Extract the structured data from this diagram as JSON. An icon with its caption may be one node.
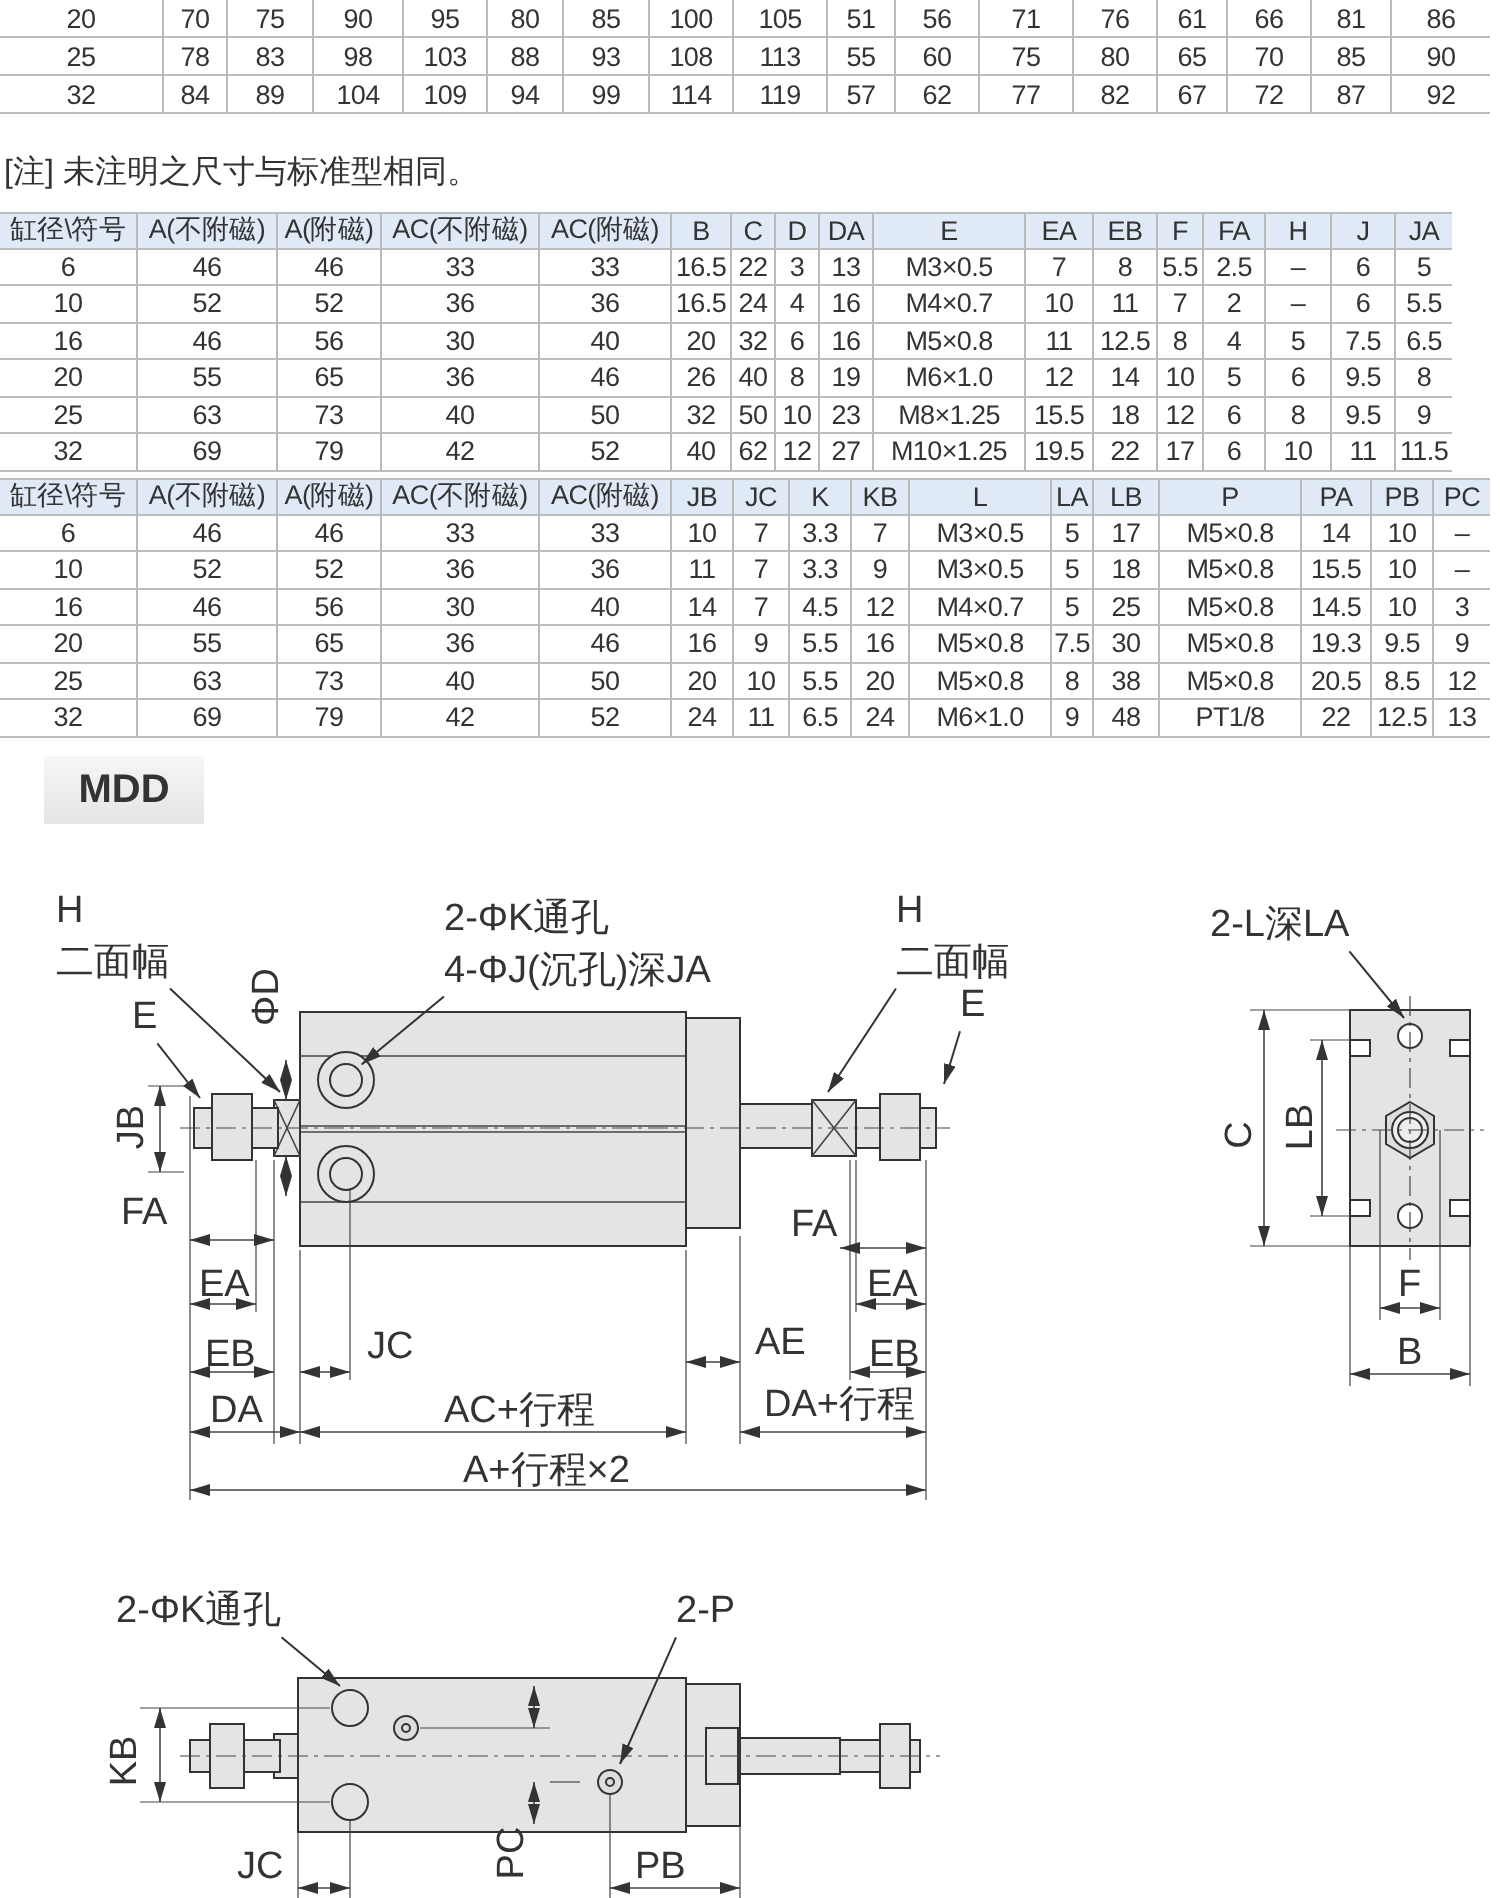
{
  "diagram": {
    "nodes": [
      {
        "text": [
          "H",
          "二面幅"
        ]
      },
      {
        "text": [
          "2-ΦK通孔",
          "4-ΦJ(沉孔)深JA"
        ]
      },
      {
        "text": [
          "H",
          "二面幅"
        ]
      },
      {
        "text": [
          "E"
        ]
      },
      {
        "text": [
          "E"
        ]
      },
      {
        "text": [
          "2-L深LA"
        ]
      },
      {
        "text": [
          "2-ΦK通孔"
        ]
      },
      {
        "text": [
          "2-P"
        ]
      }
    ],
    "edges": [
      {
        "from": 0,
        "to": null,
        "arrow": "to"
      },
      {
        "from": 1,
        "to": null,
        "arrow": "to"
      },
      {
        "from": 2,
        "to": null,
        "arrow": "to"
      },
      {
        "from": 3,
        "to": null,
        "arrow": "to"
      },
      {
        "from": 4,
        "to": null,
        "arrow": "to"
      },
      {
        "from": 5,
        "to": null,
        "arrow": "to"
      },
      {
        "from": 6,
        "to": null,
        "arrow": "to"
      },
      {
        "from": 7,
        "to": null,
        "arrow": "to"
      }
    ],
    "labels": [
      "20",
      "70",
      "75",
      "90",
      "95",
      "80",
      "85",
      "100",
      "105",
      "51",
      "56",
      "71",
      "76",
      "61",
      "66",
      "81",
      "86",
      "25",
      "78",
      "83",
      "98",
      "103",
      "88",
      "93",
      "108",
      "113",
      "55",
      "60",
      "75",
      "80",
      "65",
      "70",
      "85",
      "90",
      "32",
      "84",
      "89",
      "104",
      "109",
      "94",
      "99",
      "114",
      "119",
      "57",
      "62",
      "77",
      "82",
      "67",
      "72",
      "87",
      "92",
      "[注] 未注明之尺寸与标准型相同。",
      "缸径\\符号",
      "A(不附磁)",
      "A(附磁)",
      "AC(不附磁)",
      "AC(附磁)",
      "B",
      "C",
      "D",
      "DA",
      "E",
      "EA",
      "EB",
      "F",
      "FA",
      "H",
      "J",
      "JA",
      "6",
      "46",
      "46",
      "33",
      "33",
      "16.5",
      "22",
      "3",
      "13",
      "M3×0.5",
      "7",
      "8",
      "5.5",
      "2.5",
      "–",
      "6",
      "5",
      "10",
      "52",
      "52",
      "36",
      "36",
      "16.5",
      "24",
      "4",
      "16",
      "M4×0.7",
      "10",
      "11",
      "7",
      "2",
      "–",
      "6",
      "5.5",
      "16",
      "46",
      "56",
      "30",
      "40",
      "20",
      "32",
      "6",
      "16",
      "M5×0.8",
      "11",
      "12.5",
      "8",
      "4",
      "5",
      "7.5",
      "6.5",
      "20",
      "55",
      "65",
      "36",
      "46",
      "26",
      "40",
      "8",
      "19",
      "M6×1.0",
      "12",
      "14",
      "10",
      "5",
      "6",
      "9.5",
      "8",
      "25",
      "63",
      "73",
      "40",
      "50",
      "32",
      "50",
      "10",
      "23",
      "M8×1.25",
      "15.5",
      "18",
      "12",
      "6",
      "8",
      "9.5",
      "9",
      "32",
      "69",
      "79",
      "42",
      "52",
      "40",
      "62",
      "12",
      "27",
      "M10×1.25",
      "19.5",
      "22",
      "17",
      "6",
      "10",
      "11",
      "11.5",
      "缸径\\符号",
      "A(不附磁)",
      "A(附磁)",
      "AC(不附磁)",
      "AC(附磁)",
      "JB",
      "JC",
      "K",
      "KB",
      "L",
      "LA",
      "LB",
      "P",
      "PA",
      "PB",
      "PC",
      "6",
      "46",
      "46",
      "33",
      "33",
      "10",
      "7",
      "3.3",
      "7",
      "M3×0.5",
      "5",
      "17",
      "M5×0.8",
      "14",
      "10",
      "–",
      "10",
      "52",
      "52",
      "36",
      "36",
      "11",
      "7",
      "3.3",
      "9",
      "M3×0.5",
      "5",
      "18",
      "M5×0.8",
      "15.5",
      "10",
      "–",
      "16",
      "46",
      "56",
      "30",
      "40",
      "14",
      "7",
      "4.5",
      "12",
      "M4×0.7",
      "5",
      "25",
      "M5×0.8",
      "14.5",
      "10",
      "3",
      "20",
      "55",
      "65",
      "36",
      "46",
      "16",
      "9",
      "5.5",
      "16",
      "M5×0.8",
      "7.5",
      "30",
      "M5×0.8",
      "19.3",
      "9.5",
      "9",
      "25",
      "63",
      "73",
      "40",
      "50",
      "20",
      "10",
      "5.5",
      "20",
      "M5×0.8",
      "8",
      "38",
      "M5×0.8",
      "20.5",
      "8.5",
      "12",
      "32",
      "69",
      "79",
      "42",
      "52",
      "24",
      "11",
      "6.5",
      "24",
      "M6×1.0",
      "9",
      "48",
      "PT1/8",
      "22",
      "12.5",
      "13",
      "MDD",
      "ΦD",
      "JB",
      "FA",
      "FA",
      "EA",
      "EA",
      "JC",
      "AE",
      "EB",
      "EB",
      "DA",
      "AC+行程",
      "DA+行程",
      "A+行程×2",
      "C",
      "LB",
      "F",
      "B",
      "KB",
      "JC",
      "PC",
      "PB"
    ]
  }
}
